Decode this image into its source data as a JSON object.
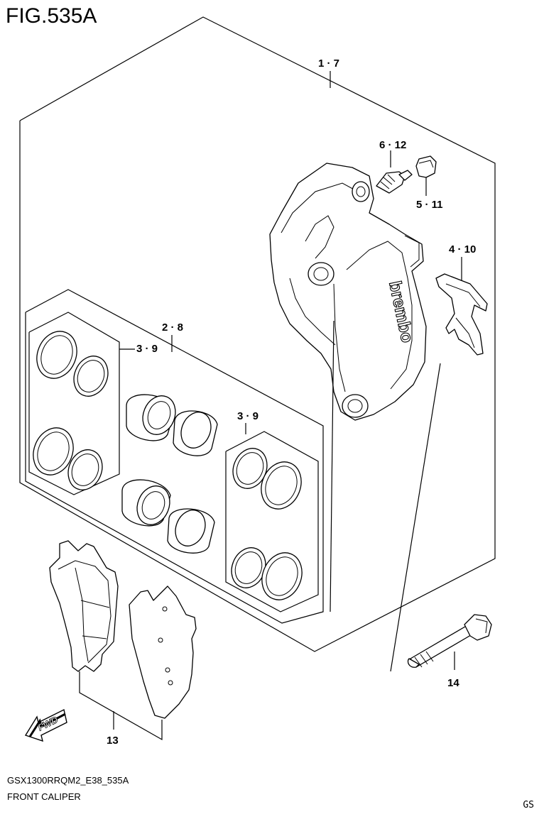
{
  "figure": {
    "title": "FIG.535A",
    "model_code": "GSX1300RRQM2_E38_535A",
    "name": "FRONT CALIPER",
    "region": "GS"
  },
  "callouts": {
    "c_1_7": "1 · 7",
    "c_2_8": "2 · 8",
    "c_3_9_left": "3 · 9",
    "c_3_9_right": "3 · 9",
    "c_4_10": "4 · 10",
    "c_5_11": "5 · 11",
    "c_6_12": "6 · 12",
    "c_13": "13",
    "c_14": "14"
  },
  "badge": {
    "fwd": "FWD"
  },
  "brand_mark": "brembo"
}
